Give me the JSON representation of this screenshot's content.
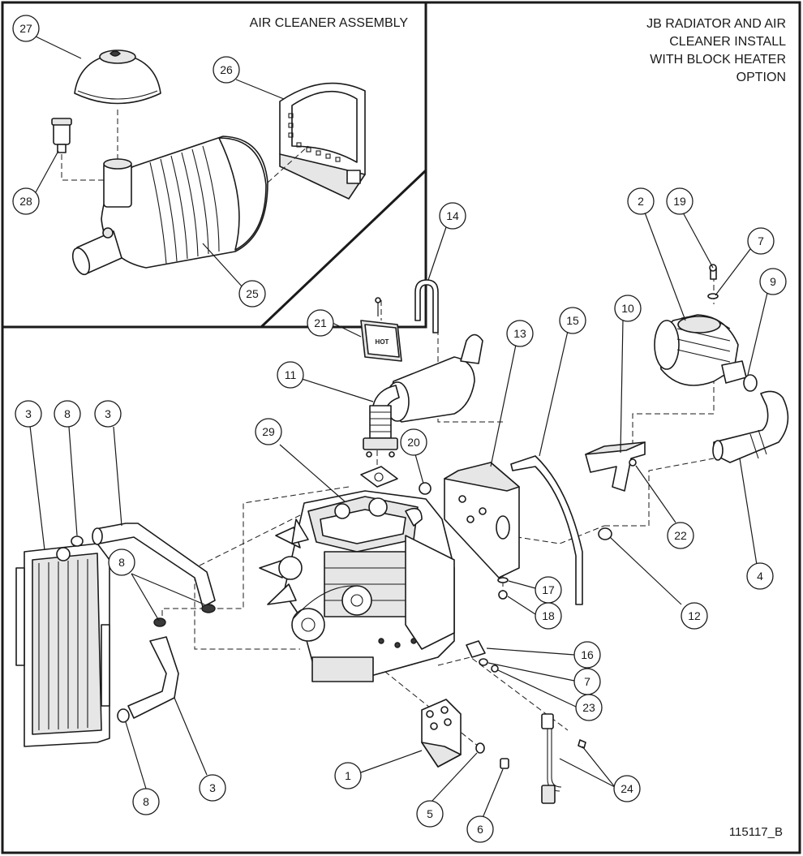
{
  "inset": {
    "title": "AIR CLEANER ASSEMBLY"
  },
  "main": {
    "title_lines": [
      "JB RADIATOR AND AIR",
      "CLEANER INSTALL",
      "WITH BLOCK HEATER",
      "OPTION"
    ],
    "drawing_code": "115117_B"
  },
  "decal_text": "HOT",
  "callouts": [
    {
      "id": "c27",
      "label": "27"
    },
    {
      "id": "c26",
      "label": "26"
    },
    {
      "id": "c28",
      "label": "28"
    },
    {
      "id": "c25",
      "label": "25"
    },
    {
      "id": "c14",
      "label": "14"
    },
    {
      "id": "c2",
      "label": "2"
    },
    {
      "id": "c19",
      "label": "19"
    },
    {
      "id": "c7a",
      "label": "7"
    },
    {
      "id": "c9",
      "label": "9"
    },
    {
      "id": "c21",
      "label": "21"
    },
    {
      "id": "c13",
      "label": "13"
    },
    {
      "id": "c15",
      "label": "15"
    },
    {
      "id": "c10",
      "label": "10"
    },
    {
      "id": "c11",
      "label": "11"
    },
    {
      "id": "c3a",
      "label": "3"
    },
    {
      "id": "c8a",
      "label": "8"
    },
    {
      "id": "c3b",
      "label": "3"
    },
    {
      "id": "c29",
      "label": "29"
    },
    {
      "id": "c20",
      "label": "20"
    },
    {
      "id": "c22",
      "label": "22"
    },
    {
      "id": "c4",
      "label": "4"
    },
    {
      "id": "c8b",
      "label": "8"
    },
    {
      "id": "c17",
      "label": "17"
    },
    {
      "id": "c18",
      "label": "18"
    },
    {
      "id": "c12",
      "label": "12"
    },
    {
      "id": "c16",
      "label": "16"
    },
    {
      "id": "c7b",
      "label": "7"
    },
    {
      "id": "c23",
      "label": "23"
    },
    {
      "id": "c1",
      "label": "1"
    },
    {
      "id": "c24",
      "label": "24"
    },
    {
      "id": "c3c",
      "label": "3"
    },
    {
      "id": "c8c",
      "label": "8"
    },
    {
      "id": "c5",
      "label": "5"
    },
    {
      "id": "c6",
      "label": "6"
    }
  ]
}
